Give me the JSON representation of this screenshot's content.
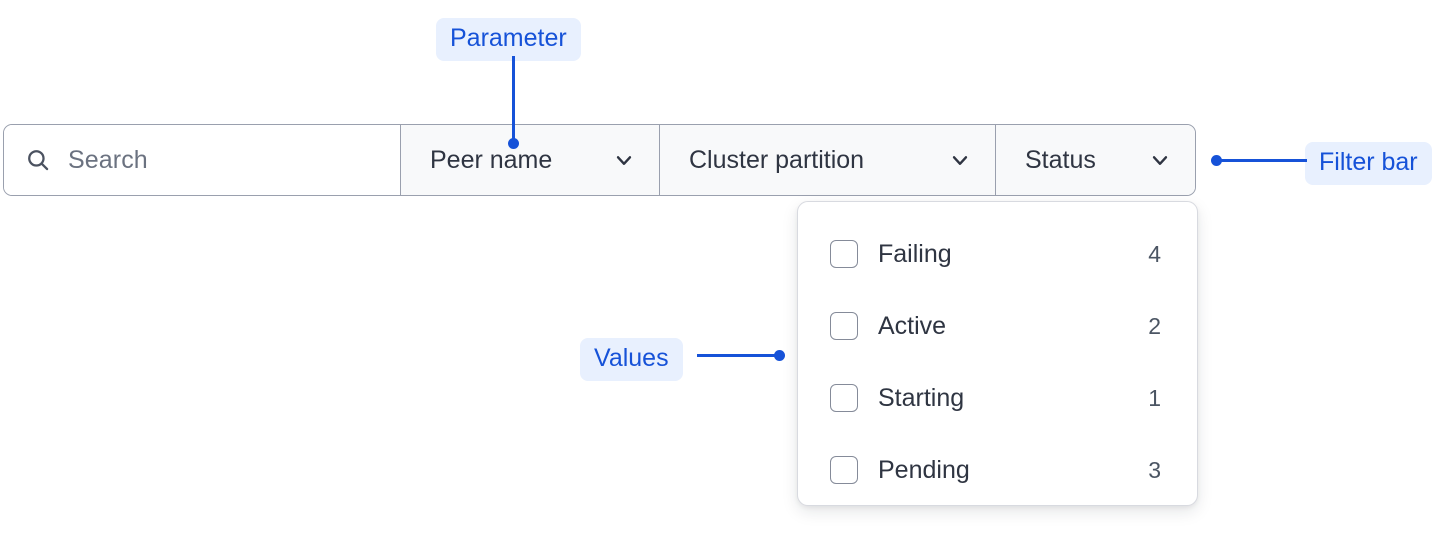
{
  "filter_bar": {
    "search": {
      "icon": "search-icon",
      "placeholder": "Search",
      "value": ""
    },
    "dropdowns": [
      {
        "label": "Peer name",
        "icon": "chevron-down-icon"
      },
      {
        "label": "Cluster partition",
        "icon": "chevron-down-icon"
      },
      {
        "label": "Status",
        "icon": "chevron-down-icon"
      }
    ]
  },
  "values_panel": {
    "open_for": "Status",
    "options": [
      {
        "label": "Failing",
        "count": "4",
        "checked": false
      },
      {
        "label": "Active",
        "count": "2",
        "checked": false
      },
      {
        "label": "Starting",
        "count": "1",
        "checked": false
      },
      {
        "label": "Pending",
        "count": "3",
        "checked": false
      }
    ]
  },
  "annotations": [
    {
      "id": "parameter",
      "label": "Parameter"
    },
    {
      "id": "filter_bar",
      "label": "Filter bar"
    },
    {
      "id": "values",
      "label": "Values"
    }
  ],
  "colors": {
    "annotation_text": "#1652d8",
    "annotation_bg": "#e8f0fe",
    "bar_border": "#9aa0ae",
    "segment_bg": "#f8f9fa",
    "search_bg": "#ffffff",
    "text_primary": "#2f3542",
    "text_muted": "#6b7280",
    "count_text": "#4b5563",
    "checkbox_border": "#858b99",
    "panel_border": "#d8dae0"
  }
}
